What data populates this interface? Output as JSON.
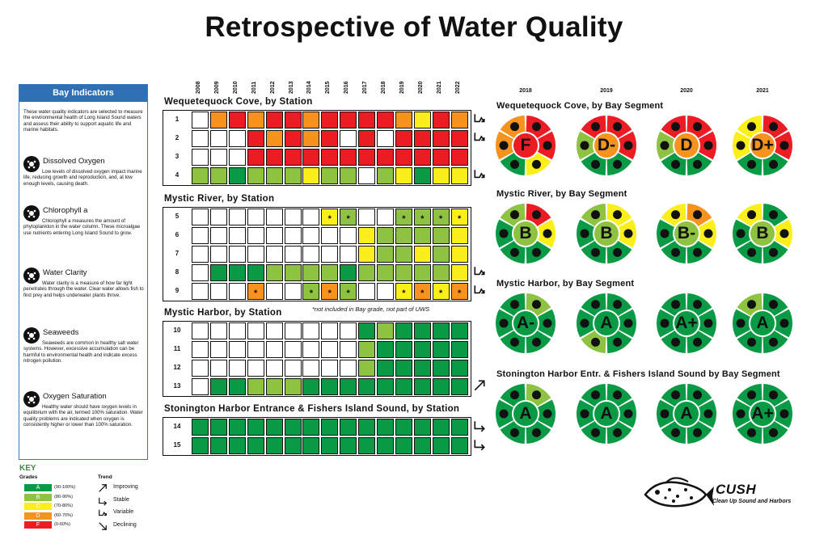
{
  "title": "Retrospective of Water Quality",
  "colors": {
    "A": "#0a9a46",
    "B": "#8ec341",
    "C": "#fbef1b",
    "D": "#f6921e",
    "F": "#ec1c24",
    "W": "#ffffff"
  },
  "years": [
    "2008",
    "2009",
    "2010",
    "2011",
    "2012",
    "2013",
    "2014",
    "2015",
    "2016",
    "2017",
    "2018",
    "2019",
    "2020",
    "2021",
    "2022"
  ],
  "sections": [
    {
      "title": "Wequetequock Cove, by Station",
      "stations": [
        {
          "label": "1",
          "cells": "WDFDFFDFFFFDCFD",
          "trend": "variable"
        },
        {
          "label": "2",
          "cells": "WWWFDFDFWFWFFFF",
          "trend": "variable"
        },
        {
          "label": "3",
          "cells": "WWWFFFFFFFFFFFF",
          "trend": "none"
        },
        {
          "label": "4",
          "cells": "BBABBBCBBWBCACC",
          "trend": "variable"
        }
      ]
    },
    {
      "title": "Mystic River, by Station",
      "stations": [
        {
          "label": "5",
          "cells": "WWWWWWWCBWWBBBC",
          "stars": "000000011001111",
          "trend": "none"
        },
        {
          "label": "6",
          "cells": "WWWWWWWWWCBBBBC",
          "trend": "none"
        },
        {
          "label": "7",
          "cells": "WWWWWWWWWCBBCBC",
          "trend": "none"
        },
        {
          "label": "8",
          "cells": "WAAABBBBABBBBBC",
          "trend": "variable"
        },
        {
          "label": "9",
          "cells": "WWWDWWBDBWWCDCD",
          "stars": "000100111001111",
          "trend": "variable"
        }
      ]
    },
    {
      "title": "Mystic Harbor, by Station",
      "stations": [
        {
          "label": "10",
          "cells": "WWWWWWWWWABAAAA",
          "trend": "none"
        },
        {
          "label": "11",
          "cells": "WWWWWWWWWBAAAAA",
          "trend": "none"
        },
        {
          "label": "12",
          "cells": "WWWWWWWWWBAAAAA",
          "trend": "none"
        },
        {
          "label": "13",
          "cells": "WAABBBAAAAAAAAA",
          "trend": "improving"
        }
      ]
    },
    {
      "title": "Stonington Harbor Entrance & Fishers Island Sound, by Station",
      "stations": [
        {
          "label": "14",
          "cells": "AAAAAAAAAAAAAAA",
          "trend": "stable"
        },
        {
          "label": "15",
          "cells": "AAAAAAAAAAAAAAA",
          "trend": "stable"
        }
      ]
    }
  ],
  "note": "*not included in Bay grade, not part of UWS",
  "wheel_years": [
    "2018",
    "2019",
    "2020",
    "2021"
  ],
  "wheel_sections": [
    {
      "title": "Wequetequock Cove, by Bay Segment",
      "wheels": [
        {
          "grade": "F",
          "center": "F",
          "segs": [
            "F",
            "F",
            "C",
            "A",
            "D",
            "D"
          ]
        },
        {
          "grade": "D-",
          "center": "D",
          "segs": [
            "F",
            "F",
            "A",
            "A",
            "B",
            "F"
          ]
        },
        {
          "grade": "D",
          "center": "D",
          "segs": [
            "F",
            "F",
            "A",
            "A",
            "B",
            "F"
          ]
        },
        {
          "grade": "D+",
          "center": "D",
          "segs": [
            "F",
            "F",
            "A",
            "A",
            "C",
            "C"
          ]
        }
      ]
    },
    {
      "title": "Mystic River, by Bay Segment",
      "wheels": [
        {
          "grade": "B",
          "center": "B",
          "segs": [
            "F",
            "C",
            "A",
            "A",
            "A",
            "B"
          ]
        },
        {
          "grade": "B",
          "center": "B",
          "segs": [
            "C",
            "C",
            "A",
            "A",
            "A",
            "B"
          ]
        },
        {
          "grade": "B-",
          "center": "B",
          "segs": [
            "D",
            "C",
            "A",
            "A",
            "A",
            "C"
          ]
        },
        {
          "grade": "B",
          "center": "B",
          "segs": [
            "A",
            "C",
            "A",
            "A",
            "A",
            "C"
          ]
        }
      ]
    },
    {
      "title": "Mystic Harbor, by Bay Segment",
      "wheels": [
        {
          "grade": "A-",
          "center": "A",
          "segs": [
            "B",
            "A",
            "A",
            "A",
            "A",
            "A"
          ]
        },
        {
          "grade": "A",
          "center": "A",
          "segs": [
            "A",
            "A",
            "A",
            "B",
            "A",
            "A"
          ]
        },
        {
          "grade": "A+",
          "center": "A",
          "segs": [
            "A",
            "A",
            "A",
            "A",
            "A",
            "A"
          ]
        },
        {
          "grade": "A",
          "center": "A",
          "segs": [
            "A",
            "A",
            "A",
            "A",
            "A",
            "B"
          ]
        }
      ]
    },
    {
      "title": "Stonington Harbor Entr. & Fishers Island Sound by Bay Segment",
      "wheels": [
        {
          "grade": "A",
          "center": "A",
          "segs": [
            "B",
            "A",
            "A",
            "A",
            "A",
            "A"
          ]
        },
        {
          "grade": "A",
          "center": "A",
          "segs": [
            "A",
            "A",
            "A",
            "A",
            "A",
            "A"
          ]
        },
        {
          "grade": "A",
          "center": "A",
          "segs": [
            "A",
            "A",
            "A",
            "A",
            "A",
            "A"
          ]
        },
        {
          "grade": "A+",
          "center": "A",
          "segs": [
            "A",
            "A",
            "A",
            "A",
            "A",
            "A"
          ]
        }
      ]
    }
  ],
  "panel": {
    "heading": "Bay Indicators",
    "intro": "These water quality indicators are selected to measure the environmental health of Long Island Sound waters and assess their ability to support aquatic life and marine habitats.",
    "indicators": [
      {
        "name": "Dissolved Oxygen",
        "icon": "fish-icon",
        "desc": "Low levels of dissolved oxygen impact marine life, reducing growth and reproduction, and, at low enough levels, causing death."
      },
      {
        "name": "Chlorophyll a",
        "icon": "phytoplankton-icon",
        "desc": "Chlorophyll a measures the amount of phytoplankton in the water column. These microalgae use nutrients entering Long Island Sound to grow."
      },
      {
        "name": "Water Clarity",
        "icon": "secchi-disk-icon",
        "desc": "Water clarity is a measure of how far light penetrates through the water. Clear water allows fish to find prey and helps underwater plants thrive."
      },
      {
        "name": "Seaweeds",
        "icon": "seaweed-icon",
        "desc": "Seaweeds are common in healthy salt water systems. However, excessive accumulation can be harmful to environmental health and indicate excess nitrogen pollution."
      },
      {
        "name": "Oxygen Saturation",
        "icon": "oxygen-bubbles-icon",
        "desc": "Healthy water should have oxygen levels in equilibrium with the air, termed 100% saturation. Water quality problems are indicated when oxygen is consistently higher or lower than 100% saturation."
      }
    ]
  },
  "key": {
    "title": "KEY",
    "grades_label": "Grades",
    "grades": [
      {
        "letter": "A",
        "range": "(90-100%)",
        "color": "#0a9a46"
      },
      {
        "letter": "B",
        "range": "(80-90%)",
        "color": "#8ec341"
      },
      {
        "letter": "C",
        "range": "(70-80%)",
        "color": "#fbef1b"
      },
      {
        "letter": "D",
        "range": "(60-70%)",
        "color": "#f6921e"
      },
      {
        "letter": "F",
        "range": "(0-60%)",
        "color": "#ec1c24"
      }
    ],
    "trend_label": "Trend",
    "trends": [
      {
        "name": "Improving",
        "icon": "improving"
      },
      {
        "name": "Stable",
        "icon": "stable"
      },
      {
        "name": "Variable",
        "icon": "variable"
      },
      {
        "name": "Declining",
        "icon": "declining"
      }
    ]
  },
  "logo": {
    "name": "CUSH",
    "tagline": "Clean Up Sound and Harbors"
  }
}
